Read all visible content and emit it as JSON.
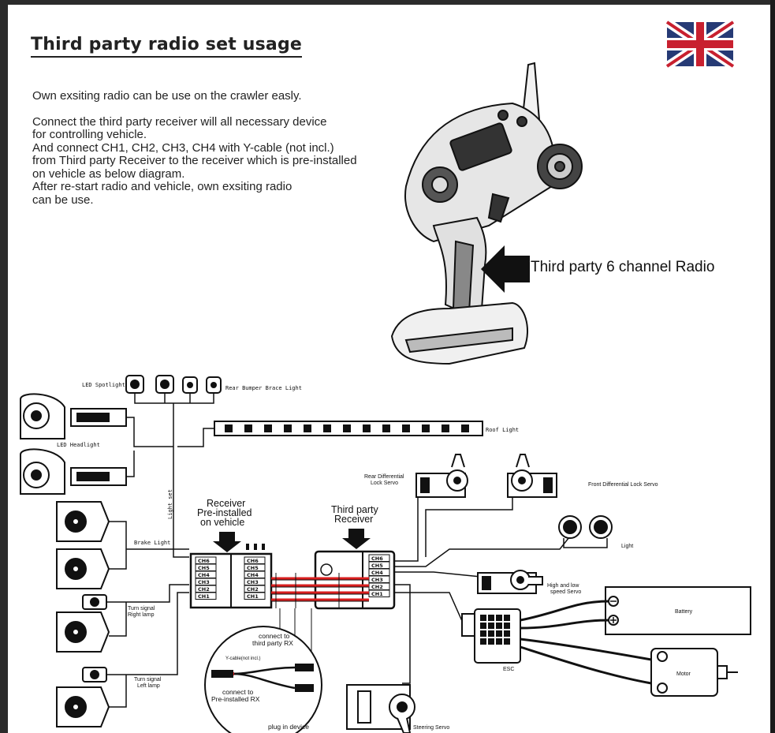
{
  "heading": "Third party radio set usage",
  "flag_icon": "uk-flag-icon",
  "intro": [
    "Own exsiting radio can be use on the crawler easly."
  ],
  "instructions": [
    "Connect the third party receiver will all necessary device",
    "for controlling vehicle.",
    "And connect CH1, CH2, CH3, CH4 with Y-cable (not incl.)",
    "from Third party Receiver to the receiver which is pre-installed",
    "on vehicle as below diagram.",
    "After re-start radio and vehicle, own exsiting radio",
    "can be use."
  ],
  "radio_callout": "Third party 6 channel Radio",
  "diagram": {
    "led_spotlight": "LED Spotlight",
    "rear_bumper_light": "Rear Bumper Brace Light",
    "roof_light": "Roof Light",
    "led_headlight": "LED Headlight",
    "light_set": "Light set",
    "brake_light": "Brake Light",
    "turn_right_1": "Turn signal",
    "turn_right_2": "Right lamp",
    "turn_left_1": "Turn signal",
    "turn_left_2": "Left lamp",
    "receiver_1": "Receiver",
    "receiver_2": "Pre-installed",
    "receiver_3": "on vehicle",
    "third_rx_1": "Third party",
    "third_rx_2": "Receiver",
    "channels": [
      "CH6",
      "CH5",
      "CH4",
      "CH3",
      "CH2",
      "CH1"
    ],
    "rear_diff_1": "Rear Differential",
    "rear_diff_2": "Lock Servo",
    "front_diff": "Front Differential Lock Servo",
    "light": "Light",
    "speed_servo_1": "High and low",
    "speed_servo_2": "speed Servo",
    "battery": "Battery",
    "esc": "ESC",
    "motor": "Motor",
    "steering_servo": "Steering Servo",
    "inset_connect_third_1": "connect to",
    "inset_connect_third_2": "third party RX",
    "inset_ycable": "Y-cable(not incl.)",
    "inset_connect_pre_1": "connect to",
    "inset_connect_pre_2": "Pre-installed RX",
    "inset_plug": "plug in device"
  },
  "colors": {
    "cable_red": "#d81e1e",
    "page": "#ffffff",
    "frame": "#2b2b2b"
  }
}
